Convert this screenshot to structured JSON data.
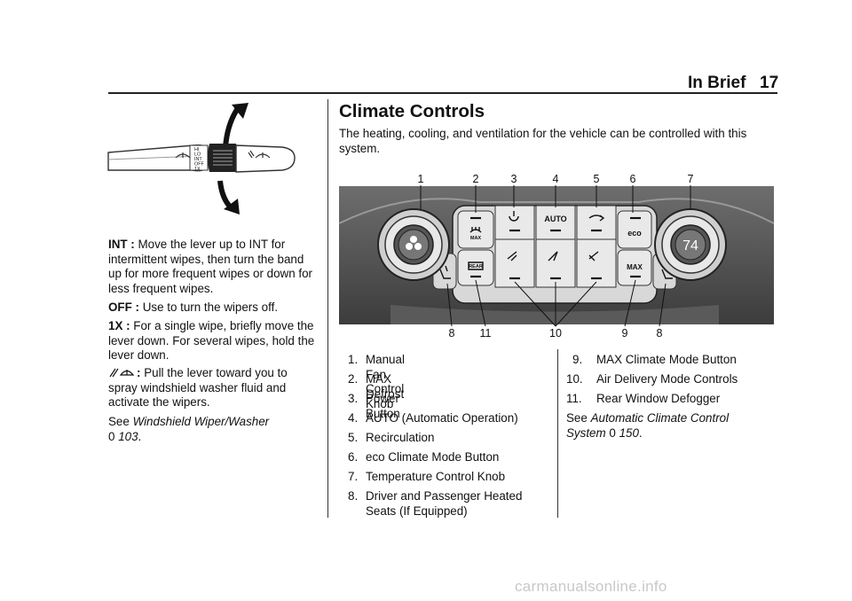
{
  "header": {
    "title": "In Brief",
    "page": "17"
  },
  "wiper": {
    "int_label": "INT :",
    "int_text": "Move the lever up to INT for intermittent wipes, then turn the band up for more frequent wipes or down for less frequent wipes.",
    "off_label": "OFF :",
    "off_text": "Use to turn the wipers off.",
    "onex_label": "1X :",
    "onex_text": "For a single wipe, briefly move the lever down. For several wipes, hold the lever down.",
    "washer_label": ":",
    "washer_text": "Pull the lever toward you to spray windshield washer fluid and activate the wipers.",
    "see_prefix": "See",
    "see_link": "Windshield Wiper/Washer",
    "see_page_sym": "0",
    "see_page": "103",
    "see_suffix": ".",
    "lever_labels": [
      "HI",
      "LO",
      "INT",
      "OFF",
      "1X"
    ]
  },
  "climate": {
    "title": "Climate Controls",
    "intro": "The heating, cooling, and ventilation for the vehicle can be controlled with this system.",
    "callouts_top": [
      "1",
      "2",
      "3",
      "4",
      "5",
      "6",
      "7"
    ],
    "callouts_bottom": [
      "8",
      "11",
      "10",
      "9",
      "8"
    ],
    "panel_labels": {
      "auto": "AUTO",
      "max": "MAX",
      "eco": "eco",
      "rear": "REAR",
      "defrost_max": "MAX",
      "temp": "74"
    },
    "list_left": [
      {
        "num": "1.",
        "text": "Manual Fan Control Knob"
      },
      {
        "num": "2.",
        "text": "MAX Defrost"
      },
      {
        "num": "3.",
        "text": "Power Button"
      },
      {
        "num": "4.",
        "text": "AUTO (Automatic Operation)"
      },
      {
        "num": "5.",
        "text": "Recirculation"
      },
      {
        "num": "6.",
        "text": "eco Climate Mode Button"
      },
      {
        "num": "7.",
        "text": "Temperature Control Knob"
      },
      {
        "num": "8.",
        "text": "Driver and Passenger Heated Seats (If Equipped)"
      }
    ],
    "list_right": [
      {
        "num": "9.",
        "text": "MAX Climate Mode Button"
      },
      {
        "num": "10.",
        "text": "Air Delivery Mode Controls"
      },
      {
        "num": "11.",
        "text": "Rear Window Defogger"
      }
    ],
    "see_prefix": "See",
    "see_link": "Automatic Climate Control System",
    "see_page_sym": "0",
    "see_page": "150",
    "see_suffix": "."
  },
  "watermark": "carmanualsonline.info"
}
